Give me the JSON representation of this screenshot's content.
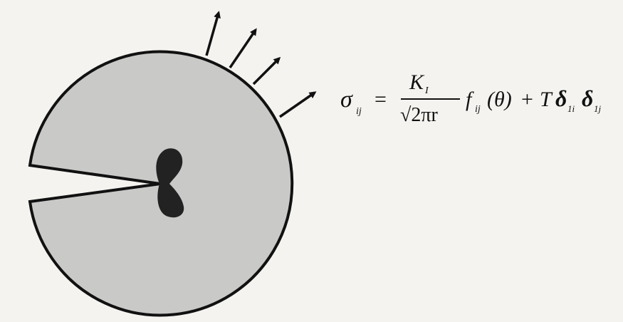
{
  "figure": {
    "equation": {
      "lhs_symbol": "σ",
      "lhs_subscript": "ij",
      "equals": "=",
      "fraction_numerator": "K",
      "numerator_subscript": "I",
      "fraction_denominator": "√2πr",
      "function_symbol": "f",
      "function_subscript": "ij",
      "function_argument": "(θ)",
      "plus": "+",
      "t_term": "T",
      "delta_symbol_1": "δ",
      "delta_subscript_1": "1i",
      "delta_symbol_2": "δ",
      "delta_subscript_2": "1j"
    },
    "colors": {
      "disk_fill": "#c9c9c7",
      "outline": "#111111",
      "plastic_zone": "#222222",
      "background": "#f4f3f0"
    }
  }
}
